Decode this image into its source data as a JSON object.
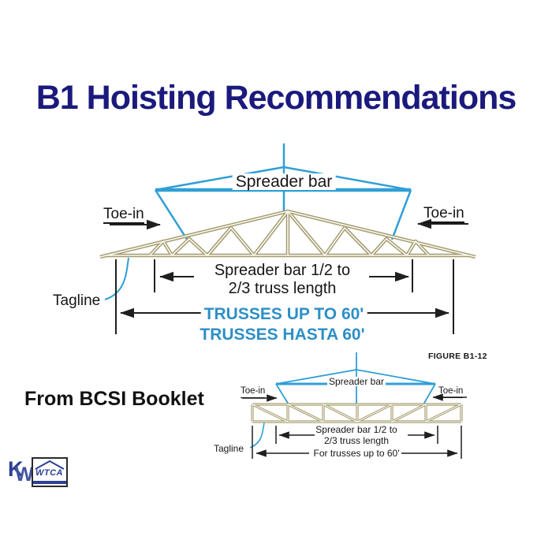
{
  "slide": {
    "title": "B1 Hoisting Recommendations",
    "source_note": "From BCSI Booklet",
    "figure_label": "FIGURE B1-12"
  },
  "main_diagram": {
    "spreader_bar_label": "Spreader bar",
    "toe_in_left_label": "Toe-in",
    "toe_in_right_label": "Toe-in",
    "tagline_label": "Tagline",
    "spreader_dim_line1": "Spreader bar 1/2 to",
    "spreader_dim_line2": "2/3 truss length",
    "truss_length_en": "TRUSSES UP TO 60'",
    "truss_length_es": "TRUSSES HASTA 60'"
  },
  "small_diagram": {
    "spreader_bar_label": "Spreader bar",
    "toe_in_left_label": "Toe-in",
    "toe_in_right_label": "Toe-in",
    "tagline_label": "Tagline",
    "spreader_dim_line1": "Spreader bar 1/2 to",
    "spreader_dim_line2": "2/3 truss length",
    "truss_length_label": "For trusses up to 60'"
  },
  "logo": {
    "k": "K",
    "w": "W",
    "wtca": "WTCA"
  },
  "colors": {
    "title_navy": "#1b1a7c",
    "diagram_blue": "#2f9fd6",
    "dimension_text_blue": "#2e8fc6",
    "truss_tan": "#a39a6e"
  }
}
